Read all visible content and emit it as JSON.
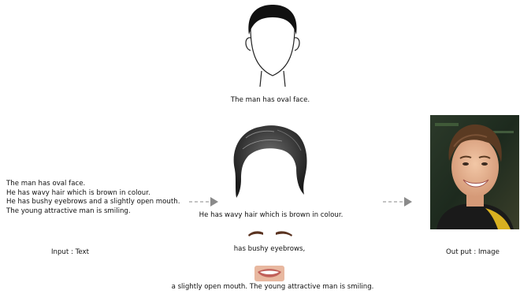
{
  "input": {
    "lines": [
      "The man has oval face.",
      "He has wavy hair which is brown in colour.",
      "He has bushy eyebrows and a slightly open mouth.",
      "The young attractive man is smiling."
    ],
    "label": "Input : Text"
  },
  "captions": {
    "face": "The man has oval face.",
    "hair": "He has wavy hair which is brown in colour.",
    "eyebrows": "has bushy eyebrows,",
    "mouth": "a slightly open mouth. The young attractive man is smiling."
  },
  "output": {
    "label": "Out put : Image"
  },
  "colors": {
    "arrow": "#8a8a8a",
    "outline": "#222222",
    "hair_fill": "#111111",
    "photo_bg": "#1e2a1f"
  }
}
